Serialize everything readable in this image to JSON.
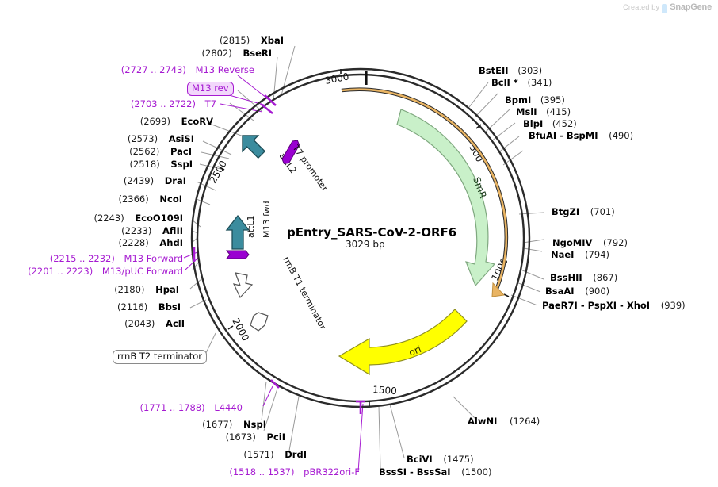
{
  "watermark": {
    "prefix": "Created by",
    "brand": "SnapGene",
    "logo_icon": "snapgene-logo-icon"
  },
  "plasmid": {
    "name": "pEntry_SARS-CoV-2-ORF6",
    "size": "3029 bp",
    "length_bp": 3029,
    "tick_labels": [
      "3000",
      "500",
      "1000",
      "1500",
      "2000",
      "2500"
    ],
    "origin_marker": true
  },
  "features": [
    {
      "name": "SmR",
      "label": "SmR",
      "color": "#c9f0c9",
      "stroke": "#7fa87f",
      "direction": "clockwise",
      "start_deg": 20,
      "end_deg": 153
    },
    {
      "name": "ori",
      "label": "ori",
      "color": "#ffff00",
      "stroke": "#9a9a00",
      "direction": "counterclockwise",
      "start_deg": 100,
      "end_deg": 175
    },
    {
      "name": "attL2",
      "label": "attL2",
      "color": "#3b8c9e",
      "stroke": "#1d4d57",
      "direction": "left"
    },
    {
      "name": "attL1",
      "label": "attL1",
      "color": "#3b8c9e",
      "stroke": "#1d4d57",
      "direction": "up"
    },
    {
      "name": "T7 promoter",
      "label": "T7 promoter",
      "color": "#9a00d1",
      "stroke": "#5a007a",
      "direction": "tick"
    },
    {
      "name": "M13 fwd",
      "label": "M13 fwd",
      "color": "#9a00d1",
      "stroke": "#5a007a",
      "direction": "tick"
    },
    {
      "name": "rrnB T1 terminator",
      "label": "rrnB T1 terminator",
      "color": "#ffffff",
      "stroke": "#666666",
      "direction": "down"
    },
    {
      "name": "backbone-arc",
      "label": "",
      "color": "#e9b463",
      "stroke": "#e9b463",
      "direction": "clockwise"
    }
  ],
  "boxed_labels": [
    {
      "id": "m13-rev",
      "text": "M13 rev",
      "style": "purple"
    },
    {
      "id": "rrnb-t2-terminator",
      "text": "rrnB T2 terminator",
      "style": "grey"
    }
  ],
  "sites": {
    "right": [
      {
        "enzyme": "BstEII",
        "pos": "(303)"
      },
      {
        "enzyme": "BclI *",
        "pos": "(341)"
      },
      {
        "enzyme": "BpmI",
        "pos": "(395)"
      },
      {
        "enzyme": "MslI",
        "pos": "(415)"
      },
      {
        "enzyme": "BlpI",
        "pos": "(452)"
      },
      {
        "enzyme": "BfuAI - BspMI",
        "pos": "(490)"
      },
      {
        "enzyme": "BtgZI",
        "pos": "(701)"
      },
      {
        "enzyme": "NgoMIV",
        "pos": "(792)"
      },
      {
        "enzyme": "NaeI",
        "pos": "(794)"
      },
      {
        "enzyme": "BssHII",
        "pos": "(867)"
      },
      {
        "enzyme": "BsaAI",
        "pos": "(900)"
      },
      {
        "enzyme": "PaeR7I - PspXI - XhoI",
        "pos": "(939)"
      },
      {
        "enzyme": "AlwNI",
        "pos": "(1264)"
      },
      {
        "enzyme": "BciVI",
        "pos": "(1475)"
      },
      {
        "enzyme": "BssSI - BssSaI",
        "pos": "(1500)"
      }
    ],
    "left": [
      {
        "enzyme": "XbaI",
        "pos": "(2815)"
      },
      {
        "enzyme": "BseRI",
        "pos": "(2802)"
      },
      {
        "enzyme": "EcoRV",
        "pos": "(2699)"
      },
      {
        "enzyme": "AsiSI",
        "pos": "(2573)"
      },
      {
        "enzyme": "PacI",
        "pos": "(2562)"
      },
      {
        "enzyme": "SspI",
        "pos": "(2518)"
      },
      {
        "enzyme": "DraI",
        "pos": "(2439)"
      },
      {
        "enzyme": "NcoI",
        "pos": "(2366)"
      },
      {
        "enzyme": "EcoO109I",
        "pos": "(2243)"
      },
      {
        "enzyme": "AflII",
        "pos": "(2233)"
      },
      {
        "enzyme": "AhdI",
        "pos": "(2228)"
      },
      {
        "enzyme": "HpaI",
        "pos": "(2180)"
      },
      {
        "enzyme": "BbsI",
        "pos": "(2116)"
      },
      {
        "enzyme": "AclI",
        "pos": "(2043)"
      },
      {
        "enzyme": "NspI",
        "pos": "(1677)"
      },
      {
        "enzyme": "PciI",
        "pos": "(1673)"
      },
      {
        "enzyme": "DrdI",
        "pos": "(1571)"
      }
    ],
    "primers": [
      {
        "name": "M13 Reverse",
        "range": "(2727 .. 2743)"
      },
      {
        "name": "T7",
        "range": "(2703 .. 2722)"
      },
      {
        "name": "M13 Forward",
        "range": "(2215 .. 2232)"
      },
      {
        "name": "M13/pUC Forward",
        "range": "(2201 .. 2223)"
      },
      {
        "name": "L4440",
        "range": "(1771 .. 1788)"
      },
      {
        "name": "pBR322ori-F",
        "range": "(1518 .. 1537)"
      }
    ]
  },
  "colors": {
    "backbone": "#2b2b2b",
    "purple": "#a61bd1",
    "teal": "#3b8c9e",
    "green": "#c9f0c9",
    "yellow": "#ffff00",
    "orange": "#e9b463",
    "leader": "#9a9a9a"
  }
}
